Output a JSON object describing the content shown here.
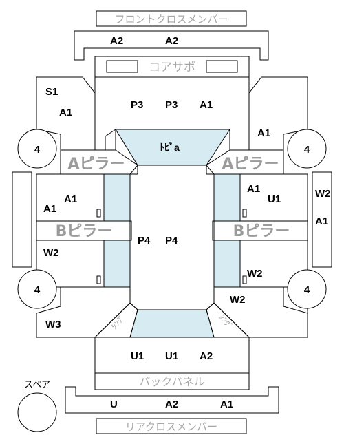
{
  "labels": {
    "front_cross_member": "フロントクロスメンバー",
    "core_support": "コアサポ",
    "a_pillar": "Aピラー",
    "b_pillar": "Bピラー",
    "back_panel": "バックパネル",
    "rear_cross_member": "リアクロスメンバー",
    "spare": "スペア",
    "dash": "ﾄﾋﾞa",
    "trunk_left": "ｼﾝｸﾞ",
    "trunk_right": "ｼﾝｸﾞ"
  },
  "codes": {
    "front_a2_left": "A2",
    "front_a2_right": "A2",
    "s1": "S1",
    "left_fender_a1": "A1",
    "roof_p3_1": "P3",
    "roof_p3_2": "P3",
    "roof_a1": "A1",
    "right_fender_a1": "A1",
    "left_door_a1_top": "A1",
    "left_door_a1_bottom": "A1",
    "right_door_a1": "A1",
    "right_door_u1": "U1",
    "left_door_w2": "W2",
    "right_rear_door_w2": "W2",
    "right_quarter_w2": "W2",
    "left_quarter_w3": "W3",
    "floor_p4_1": "P4",
    "floor_p4_2": "P4",
    "right_rocker_w2": "W2",
    "right_rocker_a1": "A1",
    "trunk_u1_1": "U1",
    "trunk_u1_2": "U1",
    "trunk_a2": "A2",
    "rear_u": "U",
    "rear_a2": "A2",
    "rear_a1": "A1"
  },
  "wheels": {
    "front_left": "4",
    "front_right": "4",
    "rear_left": "4",
    "rear_right": "4"
  },
  "colors": {
    "line": "#000000",
    "glass": "#d6ebf2",
    "muted_text": "#a6a6a6",
    "background": "#ffffff"
  }
}
